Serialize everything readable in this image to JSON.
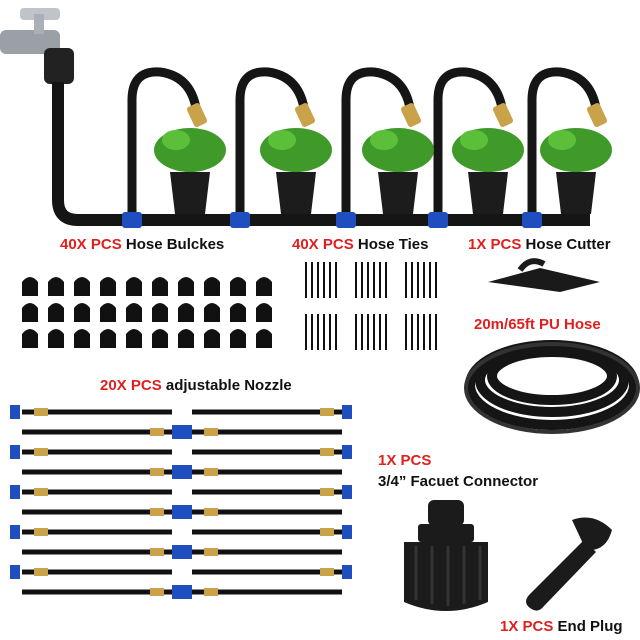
{
  "labels": {
    "buckles": {
      "qty": "40X PCS",
      "name": "Hose Bulckes"
    },
    "ties": {
      "qty": "40X PCS",
      "name": "Hose Ties"
    },
    "cutter": {
      "qty": "1X PCS",
      "name": "Hose Cutter"
    },
    "hose": {
      "qty": "",
      "name": "20m/65ft PU Hose"
    },
    "nozzle": {
      "qty": "20X PCS",
      "name": "adjustable Nozzle"
    },
    "faucet": {
      "qty": "1X PCS",
      "name": "3/4”  Facuet Connector"
    },
    "plug": {
      "qty": "1X PCS",
      "name": "End Plug"
    }
  },
  "colors": {
    "accent": "#e0201e",
    "hose": "#151515",
    "brass": "#c9a24a",
    "leaf": "#3f9a2a",
    "connector": "#1f4fbf"
  }
}
